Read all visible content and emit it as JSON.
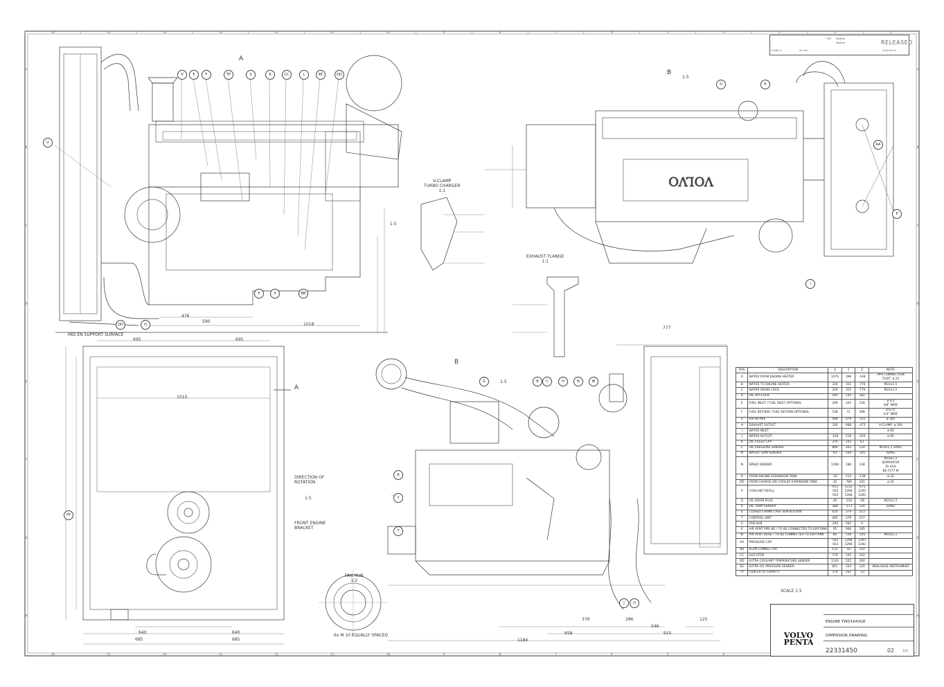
{
  "sheet": {
    "col_numbers": [
      "16",
      "15",
      "14",
      "13",
      "12",
      "11",
      "10",
      "9",
      "8",
      "7",
      "6",
      "5",
      "4",
      "3",
      "2",
      "1"
    ],
    "row_letters": [
      "A",
      "B",
      "C",
      "D",
      "E",
      "F",
      "G",
      "H"
    ]
  },
  "views": {
    "view_a_title": "A",
    "view_b_title": "B",
    "scale_note_1": "1:5",
    "scale_note_2": "1:5",
    "scale_note_3": "1:5",
    "scale_note_4": "1:5",
    "scale_note_5": "1:5",
    "front_bracket": "FRONT ENGINE\nBRACKET",
    "direction_rotation": "DIRECTION OF\nROTATION",
    "support_surface": "MID EN SUPPORT SURFACE",
    "fan_hub": "FAN HUB\n1:2",
    "equally_spaced": "6x  M 10   EQUALLY SPACED",
    "vclamp": "V-CLAMP\nTURBO CHARGER\n1:1",
    "exhaust_flange": "EXHAUST FLANGE\n1:1",
    "scale_bottom": "SCALE 1:5"
  },
  "dims": {
    "d_1018": "1018",
    "d_590": "590",
    "d_476": "476",
    "d_695a": "695",
    "d_695b": "695",
    "d_1010": "1010",
    "d_640a": "640",
    "d_640b": "640",
    "d_685a": "685",
    "d_685b": "685",
    "d_777": "777",
    "d_1184": "1184",
    "d_915": "915",
    "d_658": "658",
    "d_546": "546",
    "d_376": "376",
    "d_286": "286",
    "d_125": "125"
  },
  "callouts": {
    "top_left": [
      "V",
      "E",
      "F",
      "TP",
      "S",
      "R",
      "CC",
      "L",
      "EE",
      "DD"
    ],
    "left_side": [
      "U"
    ],
    "bottom_left": [
      "DD",
      "Q",
      "P",
      "X",
      "BB"
    ],
    "top_right": [
      "D",
      "K"
    ],
    "right_side": [
      "AA",
      "P"
    ],
    "right_bottom": [
      "I"
    ],
    "bottom_center": [
      "G",
      "B",
      "C",
      "H",
      "N",
      "W"
    ],
    "bottom_left_side": [
      "A",
      "Y",
      "T"
    ],
    "bottom_lower": [
      "J",
      "O"
    ],
    "front_view": [
      "FP"
    ]
  },
  "parts_table": {
    "headers": [
      "POS",
      "DESCRIPTION",
      "X",
      "Y",
      "Z",
      "NOTE"
    ],
    "rows": [
      [
        "A",
        "WATER FROM ENGINE HEATER",
        "1076",
        "398",
        "-148",
        "PIPE CONNECTION\nTUSIT  ø 22"
      ],
      [
        "B",
        "WATER TO ENGINE HEATER",
        "326",
        "311",
        "-776",
        "M22x1,5"
      ],
      [
        "C",
        "WATER DRAIN COCK",
        "326",
        "315",
        "-776",
        "M22x1,5"
      ],
      [
        "D",
        "OIL DIP STICK",
        "295",
        "135",
        "182",
        ""
      ],
      [
        "E",
        "FUEL INLET / FUEL INLET OPTIONAL",
        "268",
        "343",
        "158",
        "ø 9,5\n3/8\" NPSF"
      ],
      [
        "F",
        "FUEL RETURN / FUEL RETURN OPTIONAL",
        "538",
        "72",
        "398",
        "ø 8,75\n1/4\" NPSF"
      ],
      [
        "G",
        "AIR INTAKE",
        "498",
        "679",
        "-355",
        "ø 160"
      ],
      [
        "H",
        "EXHAUST OUTLET",
        "336",
        "668",
        "-473",
        "V-CLAMP  ø 164"
      ],
      [
        "I",
        "WATER INLET",
        "",
        "",
        "",
        "ø 60"
      ],
      [
        "J",
        "WATER OUTLET",
        "-156",
        "518",
        "-163",
        "ø 60"
      ],
      [
        "K",
        "OIL FILLER CAP",
        "376",
        "143",
        "63",
        ""
      ],
      [
        "L",
        "OIL PRESSURE SENDER",
        "806",
        "203",
        "120",
        "M14x1,5 (EMS)"
      ],
      [
        "M",
        "WATER TEMP SENDER",
        "93",
        "549",
        "-245",
        "(EMS)"
      ],
      [
        "N",
        "SPEED SENDER",
        "1268",
        "188",
        "138",
        "M18x1,5\nSEPARATOR\nTA VGA\nBS F577-M"
      ],
      [
        "O",
        "FROM ENGINE EXPANSION TANK",
        "-32",
        "113",
        "-138",
        "ø 32"
      ],
      [
        "DD",
        "FROM CHARGE AIR COOLER EXPANSION TANK",
        "35",
        "-786",
        "331",
        "ø 32"
      ],
      [
        "P",
        "COOLANT REFILL",
        "-651\n-563\n-563",
        "1232\n1268\n1268",
        "-675\n1295\n1282",
        ""
      ],
      [
        "Q",
        "OIL DRAIN PLUG",
        "40",
        "-318",
        "-58",
        "M22x1,5"
      ],
      [
        "R",
        "OIL TEMP SENDER",
        "388",
        "-173",
        "120",
        "(EMS)"
      ],
      [
        "S",
        "CLOSED CRANK CASE VENTILATION",
        "620",
        "374",
        "213",
        ""
      ],
      [
        "T",
        "CONTROL UNIT",
        "405",
        "279",
        "157",
        ""
      ],
      [
        "U",
        "FAN HUB",
        "-293",
        "262",
        "0",
        ""
      ],
      [
        "V",
        "AIR VENT PIPE 8D / TO BE CONNECTED TO EXP.TANK",
        "95",
        "946",
        "185",
        ""
      ],
      [
        "W",
        "AIR VENT HOSE / TO BE CONNECTED TO EXP.TANK",
        "86",
        "538",
        "-245",
        "M10x1,5"
      ],
      [
        "AA",
        "PRESSURE CAP",
        "-563\n-563",
        "1268\n1268",
        "1295\n1282",
        ""
      ],
      [
        "BB",
        "EGYN CONNECTOR",
        "123",
        "-42",
        "310",
        ""
      ],
      [
        "CC",
        "AUX STOP",
        "776",
        "335",
        "193",
        ""
      ],
      [
        "DD",
        "EXTRA COOLANT TEMPERATURE SENDER",
        "1120",
        "525",
        "160",
        ""
      ],
      [
        "EE",
        "EXTRA OIL PRESSURE SENDER",
        "841",
        "233",
        "120",
        "ANALOGUE INSTRUMENT"
      ],
      [
        "TP",
        "CENTER OF GRAVITY",
        "579",
        "242",
        "-33",
        ""
      ]
    ]
  },
  "title_block": {
    "company": "VOLVO\nPENTA",
    "product": "ENGINE TWD1643GE",
    "drawing_type": "DIMENSION DRAWING",
    "doc_number": "22331450",
    "revision": "02",
    "sheet": "1(1)"
  },
  "header": {
    "status": "RELEASED",
    "pn": "P/N",
    "model_a": "Modbat",
    "model_b": "Modbat",
    "sheet_code": "D-MRL-S",
    "date": "2016-06-01",
    "code": "02.100"
  }
}
